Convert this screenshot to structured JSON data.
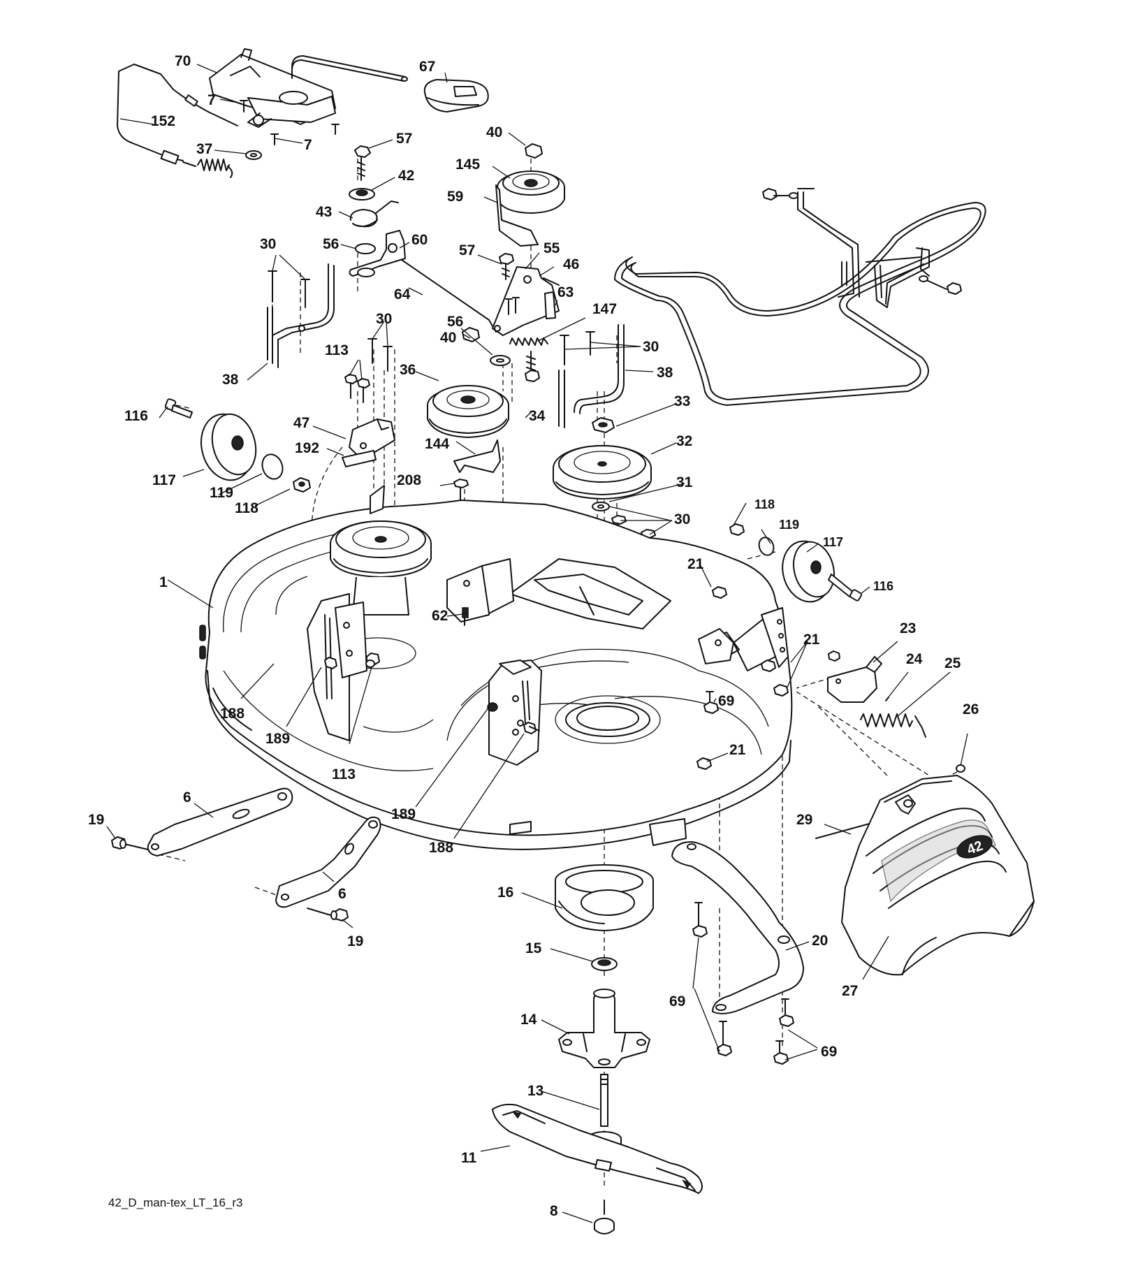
{
  "diagram": {
    "footer_code": "42_D_man-tex_LT_16_r3",
    "callouts": [
      "70",
      "67",
      "7",
      "7",
      "152",
      "37",
      "57",
      "40",
      "145",
      "42",
      "59",
      "43",
      "56",
      "60",
      "57",
      "55",
      "46",
      "30",
      "64",
      "63",
      "147",
      "30",
      "40",
      "56",
      "113",
      "38",
      "36",
      "30",
      "38",
      "34",
      "33",
      "116",
      "47",
      "192",
      "144",
      "32",
      "117",
      "119",
      "118",
      "208",
      "31",
      "30",
      "118",
      "119",
      "117",
      "21",
      "1",
      "116",
      "62",
      "23",
      "21",
      "24",
      "25",
      "188",
      "69",
      "189",
      "113",
      "26",
      "21",
      "189",
      "188",
      "19",
      "6",
      "29",
      "6",
      "19",
      "16",
      "27",
      "15",
      "20",
      "69",
      "69",
      "14",
      "13",
      "11",
      "8"
    ],
    "deck_badge": "42"
  }
}
